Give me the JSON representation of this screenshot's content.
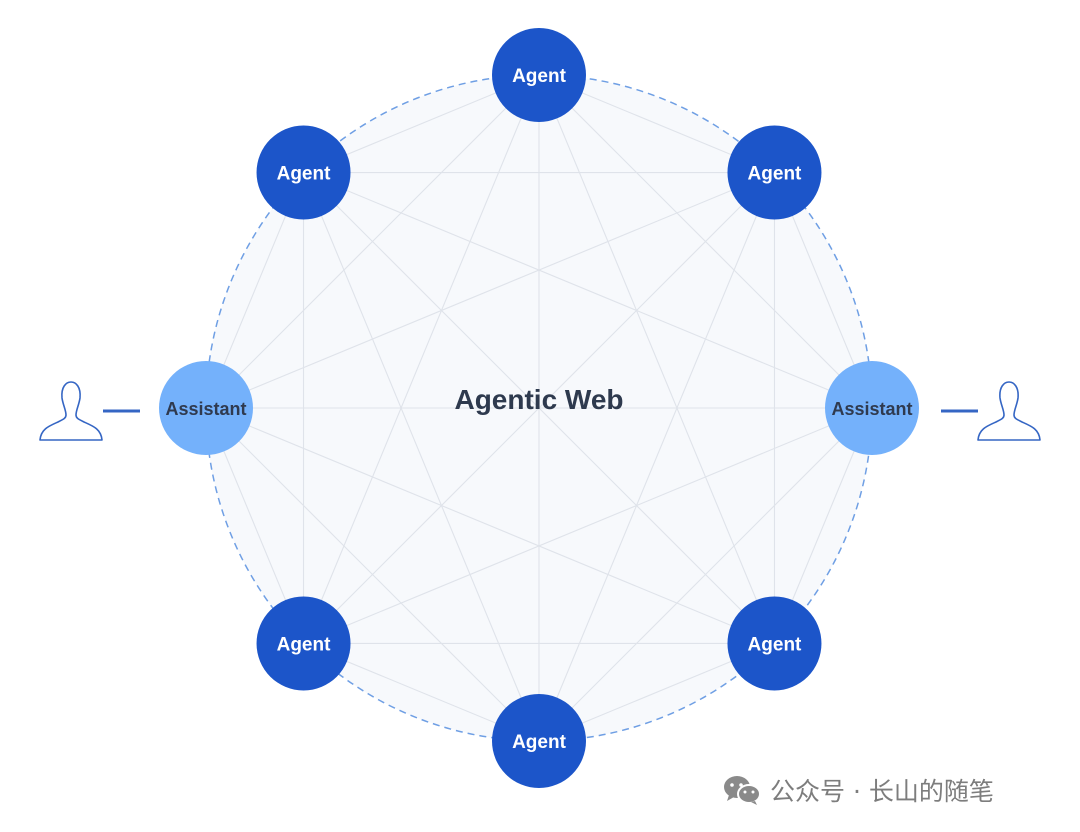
{
  "diagram": {
    "center_label": "Agentic Web",
    "agent_label": "Agent",
    "assistant_label": "Assistant",
    "colors": {
      "agent_fill": "#1c55c9",
      "assistant_fill": "#74b1fb",
      "ring_dash": "#6f9fe4",
      "mesh_line": "#dfe3ea",
      "disc_fill": "#f7f9fc",
      "user_icon": "#3566c4",
      "connector": "#3566c4"
    },
    "nodes": [
      {
        "id": "agent-top",
        "kind": "agent"
      },
      {
        "id": "agent-top-right",
        "kind": "agent"
      },
      {
        "id": "assistant-right",
        "kind": "assistant"
      },
      {
        "id": "agent-bottom-right",
        "kind": "agent"
      },
      {
        "id": "agent-bottom",
        "kind": "agent"
      },
      {
        "id": "agent-bottom-left",
        "kind": "agent"
      },
      {
        "id": "assistant-left",
        "kind": "assistant"
      },
      {
        "id": "agent-top-left",
        "kind": "agent"
      }
    ],
    "users": [
      {
        "id": "user-left",
        "icon": "user-icon"
      },
      {
        "id": "user-right",
        "icon": "user-icon"
      }
    ]
  },
  "watermark": {
    "icon": "wechat-icon",
    "text": "公众号 · 长山的随笔"
  }
}
